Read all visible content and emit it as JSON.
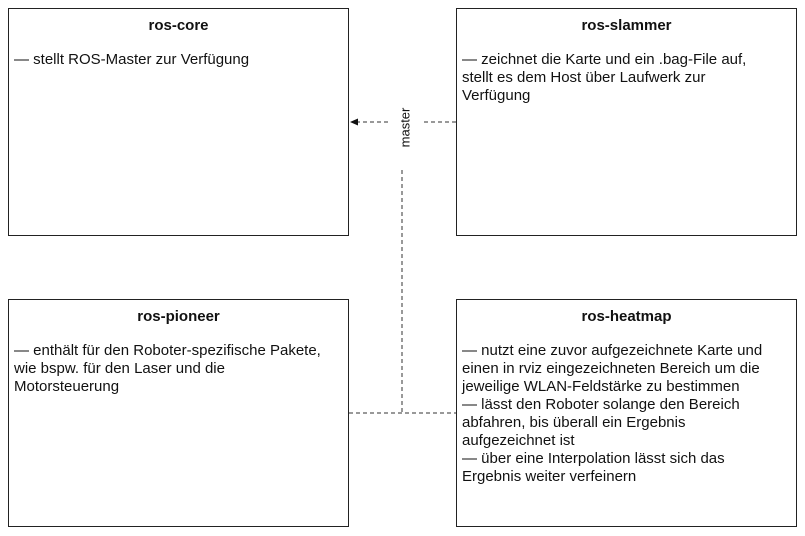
{
  "nodes": {
    "core": {
      "title": "ros-core",
      "lines": [
        "— stellt ROS-Master zur Verfügung"
      ]
    },
    "slammer": {
      "title": "ros-slammer",
      "lines": [
        "— zeichnet die Karte und ein .bag-File auf,",
        "stellt es dem Host über Laufwerk zur",
        "Verfügung"
      ]
    },
    "pioneer": {
      "title": "ros-pioneer",
      "lines": [
        "— enthält für den Roboter-spezifische Pakete,",
        "wie bspw. für den Laser und die",
        "Motorsteuerung"
      ]
    },
    "heatmap": {
      "title": "ros-heatmap",
      "lines": [
        "— nutzt eine zuvor aufgezeichnete Karte und",
        "einen in rviz eingezeichneten Bereich um die",
        "jeweilige WLAN-Feldstärke zu bestimmen",
        "— lässt den Roboter solange den Bereich",
        "abfahren, bis überall ein Ergebnis",
        "aufgezeichnet ist",
        "— über eine Interpolation lässt sich das",
        "Ergebnis weiter verfeinern"
      ]
    }
  },
  "edges": {
    "master_label": "master"
  },
  "colors": {
    "border": "#222222",
    "line": "#333333",
    "text": "#111111"
  }
}
